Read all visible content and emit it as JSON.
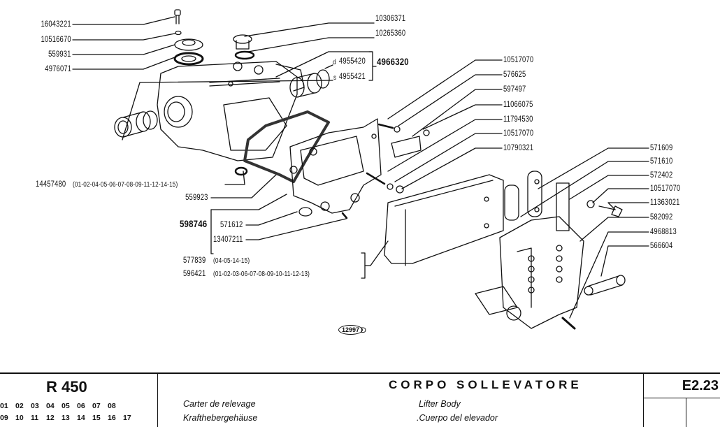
{
  "drawing": {
    "labels_top_left": [
      "16043221",
      "10516670",
      "559931",
      "4976071"
    ],
    "labels_top_center": [
      "10306371",
      "10265360"
    ],
    "bearing_group": {
      "group_code": "4966320",
      "items": [
        {
          "prefix": "d",
          "code": "4955420"
        },
        {
          "prefix": "s",
          "code": "4955421"
        }
      ]
    },
    "labels_right_upper": [
      "10517070",
      "576625",
      "597497",
      "11066075",
      "11794530",
      "10517070",
      "10790321"
    ],
    "labels_right_lower": [
      "571609",
      "571610",
      "572402",
      "10517070",
      "11363021",
      "582092",
      "4968813",
      "566604"
    ],
    "seal_label": {
      "code": "14457480",
      "models": "(01-02-04-05-06-07-08-09-11-12-14-15)"
    },
    "gasket_label": "559923",
    "support_group": {
      "group_code": "598746",
      "items": [
        "571612",
        "13407211"
      ]
    },
    "arm_labels": [
      {
        "code": "577839",
        "models": "(04-05-14-15)"
      },
      {
        "code": "596421",
        "models": "(01-02-03-06-07-08-09-10-11-12-13)"
      }
    ],
    "drawing_number": "12997",
    "drawing_suffix": "D"
  },
  "title_block": {
    "model": "R 450",
    "model_codes_row1": [
      "01",
      "02",
      "03",
      "04",
      "05",
      "06",
      "07",
      "08"
    ],
    "model_codes_row2": [
      "09",
      "10",
      "11",
      "12",
      "13",
      "14",
      "15",
      "16",
      "17"
    ],
    "title_it": "CORPO SOLLEVATORE",
    "title_fr": "Carter de relevage",
    "title_de": "Krafthebergehäuse",
    "title_en": "Lifter Body",
    "title_es": ".Cuerpo del elevador",
    "page_ref": "E2.23"
  }
}
